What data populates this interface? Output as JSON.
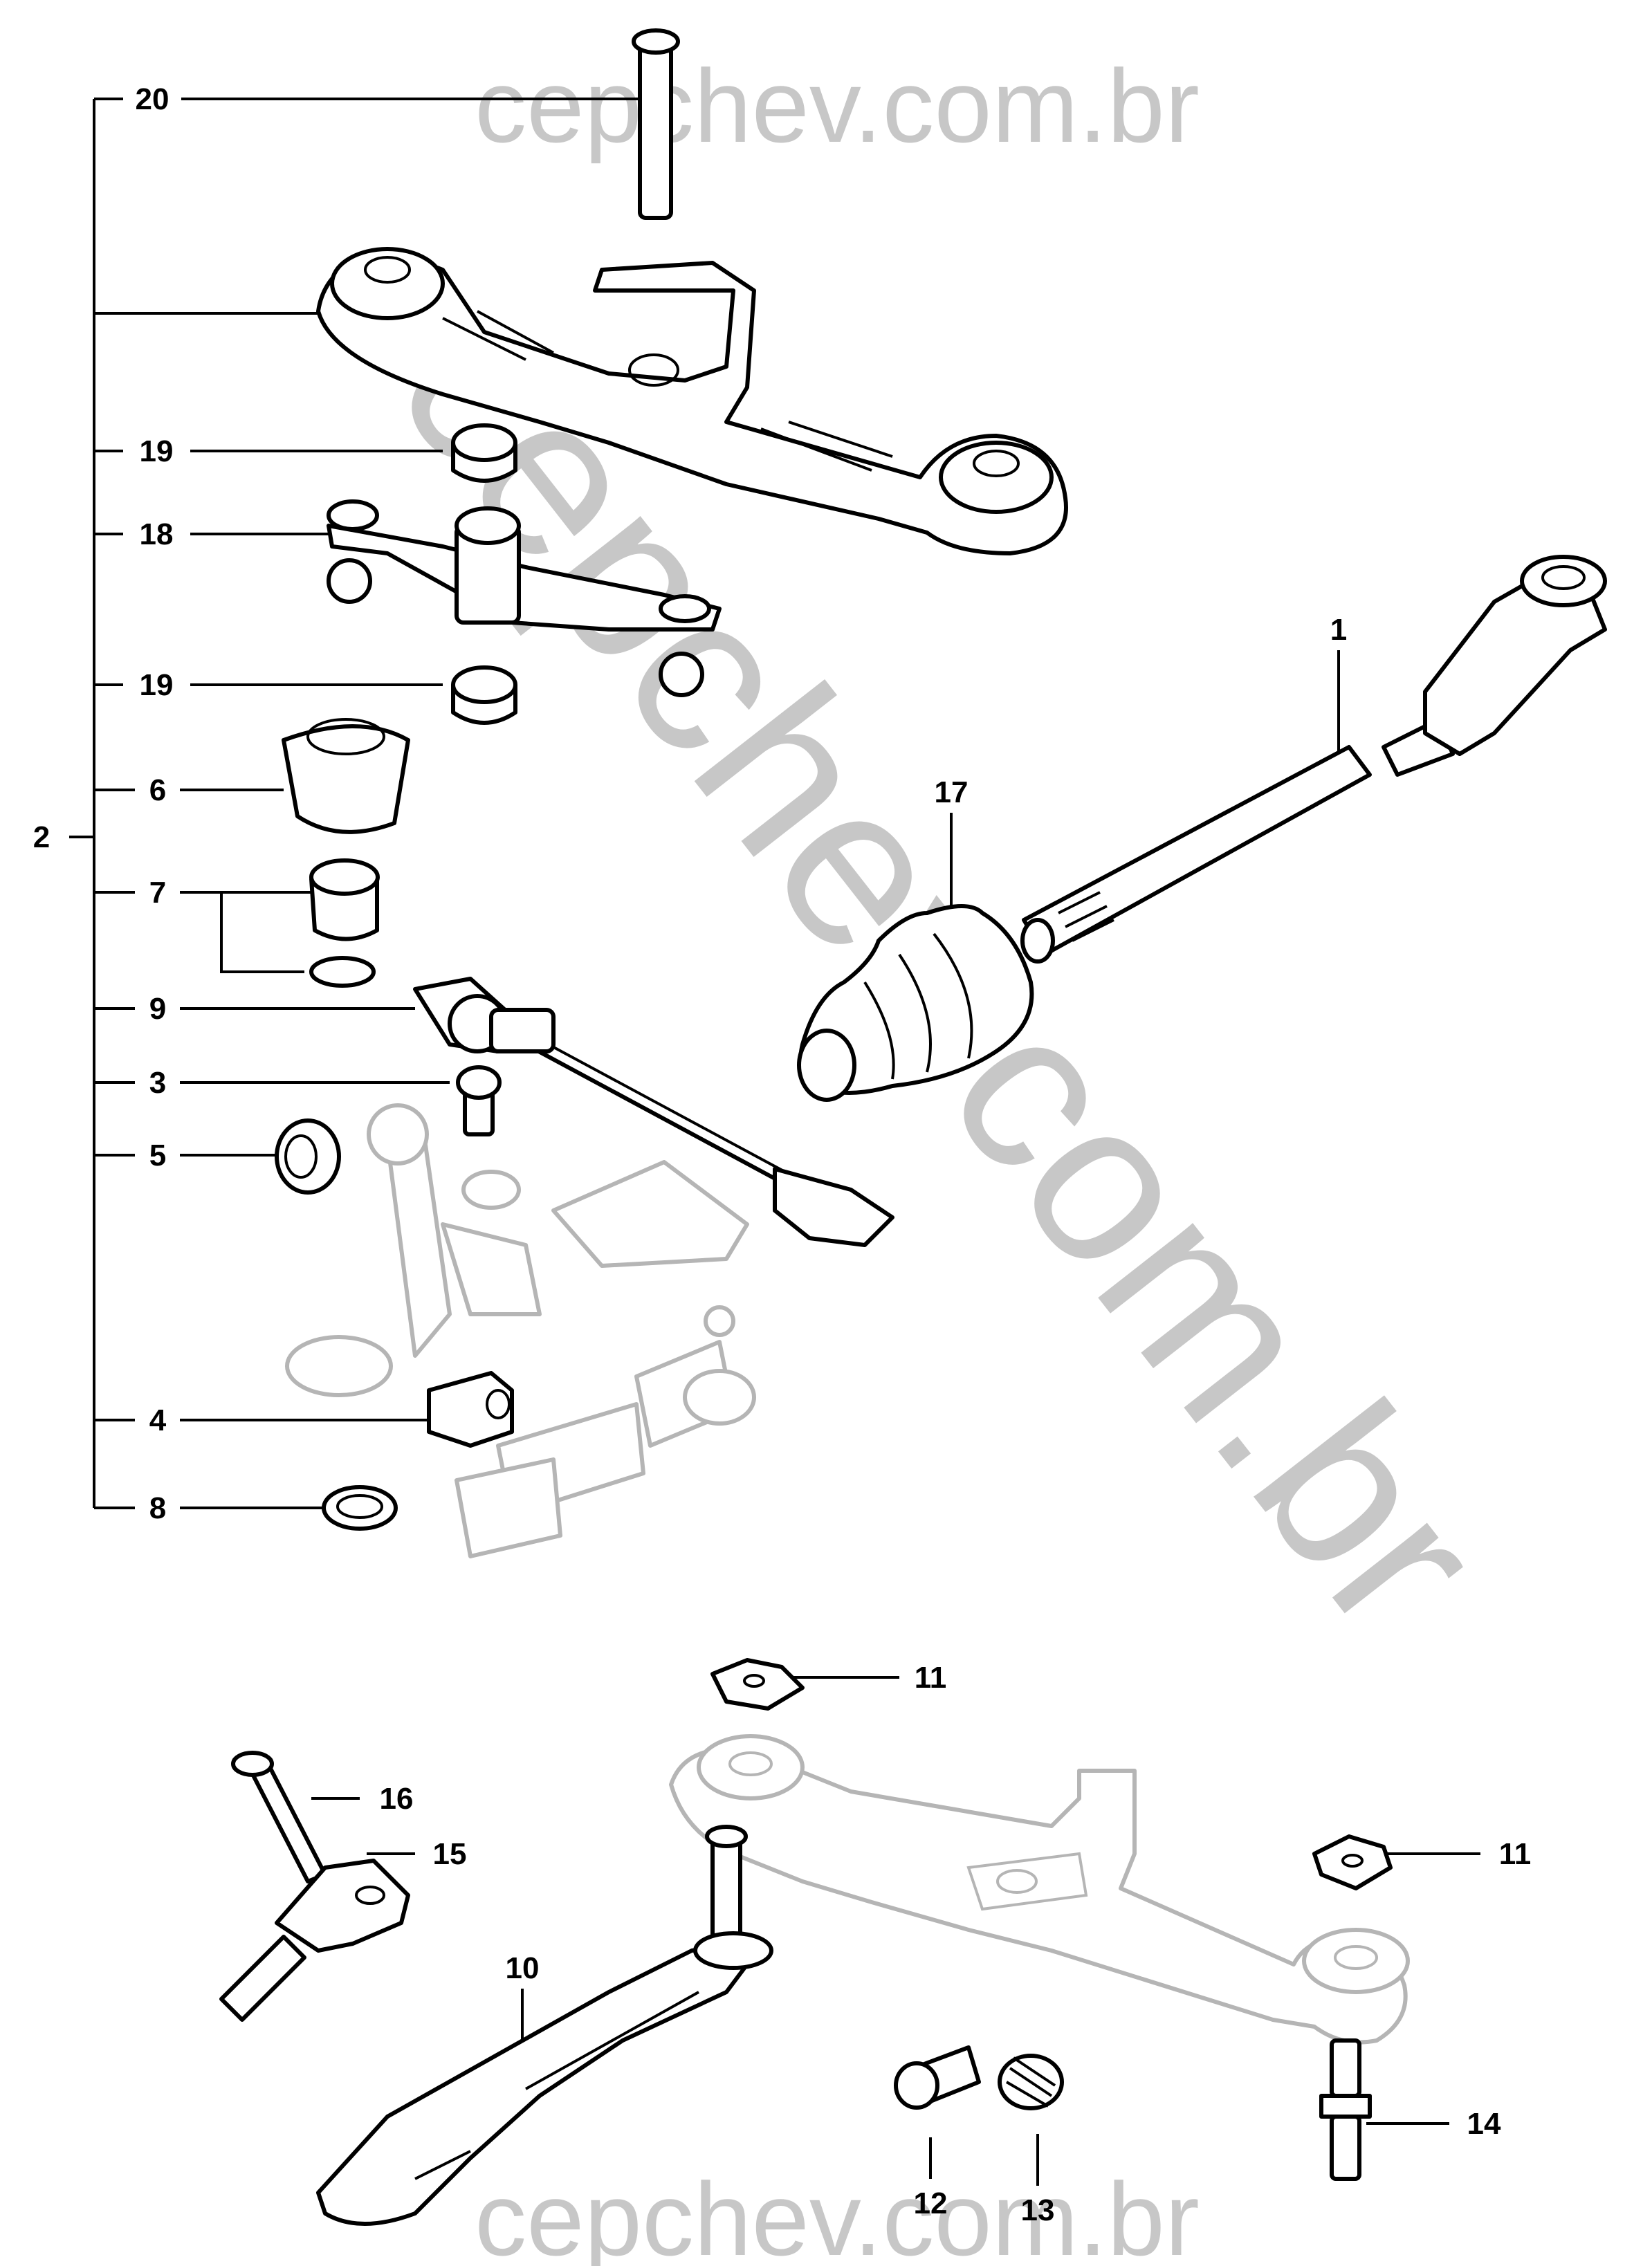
{
  "watermark": {
    "top": "cepchev.com.br",
    "diagonal": "cepchev.com.br",
    "bottom": "cepchev.com.br"
  },
  "callouts": {
    "c20": "20",
    "c19a": "19",
    "c18": "18",
    "c19b": "19",
    "c6": "6",
    "c2": "2",
    "c7": "7",
    "c9": "9",
    "c3": "3",
    "c5": "5",
    "c4": "4",
    "c8": "8",
    "c1": "1",
    "c17": "17",
    "c11a": "11",
    "c11b": "11",
    "c16": "16",
    "c15": "15",
    "c10": "10",
    "c12": "12",
    "c13": "13",
    "c14": "14"
  },
  "colors": {
    "ink": "#000000",
    "ghost": "#b5b5b5",
    "watermark": "#c7c7c7",
    "background": "#ffffff"
  }
}
